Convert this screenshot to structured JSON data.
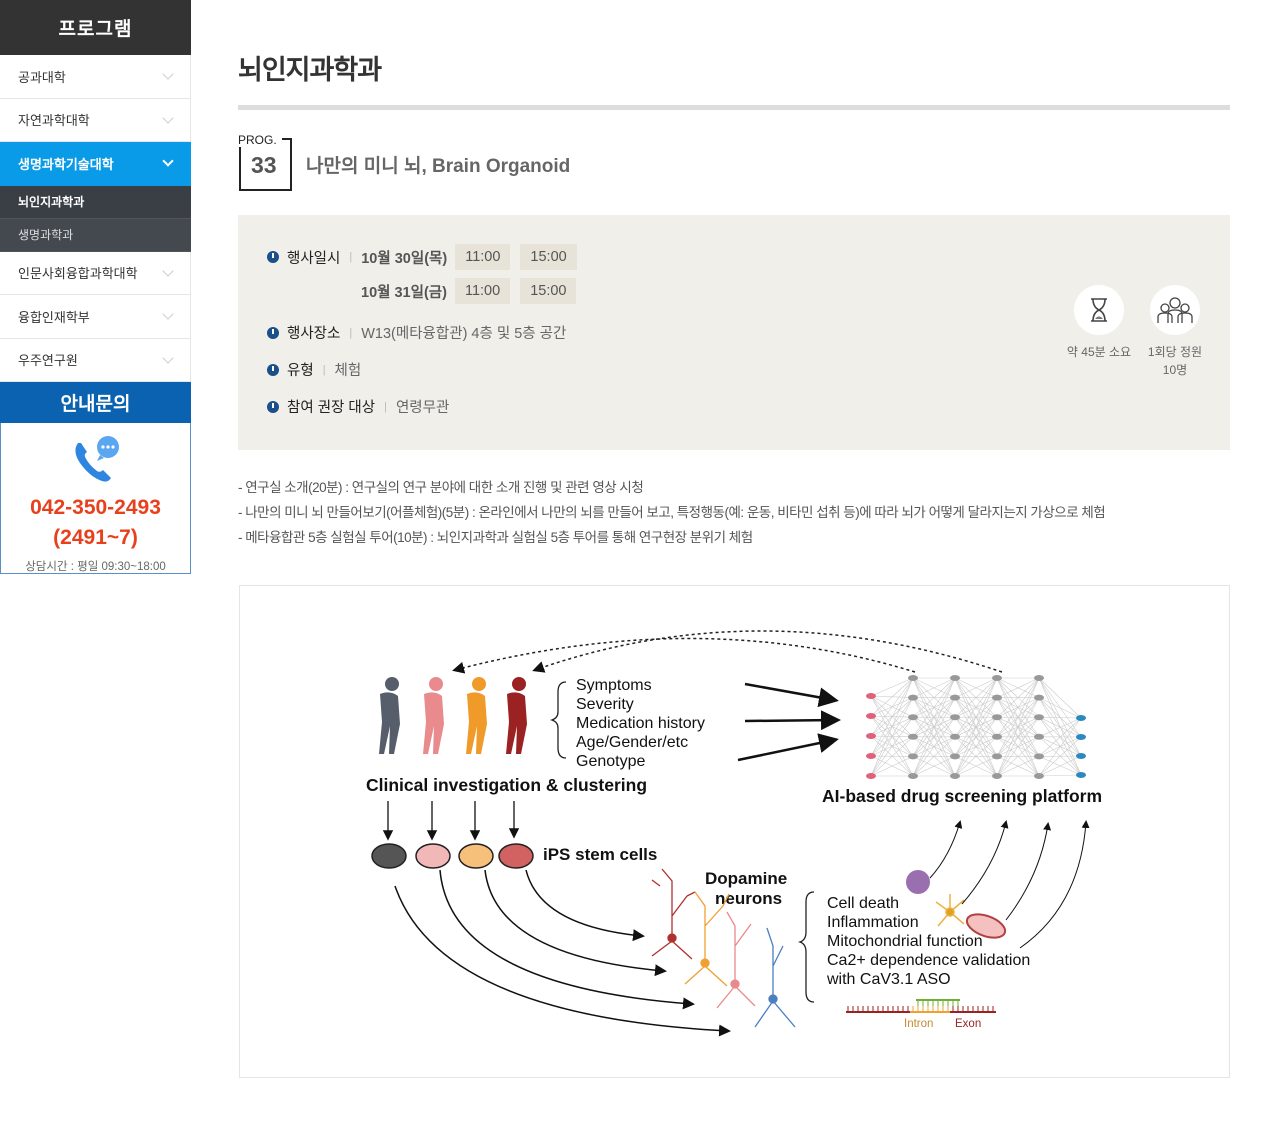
{
  "sidebar": {
    "title": "프로그램",
    "items": [
      {
        "label": "공과대학"
      },
      {
        "label": "자연과학대학"
      },
      {
        "label": "생명과학기술대학"
      },
      {
        "label": "인문사회융합과학대학"
      },
      {
        "label": "융합인재학부"
      },
      {
        "label": "우주연구원"
      }
    ],
    "subitems": [
      {
        "label": "뇌인지과학과"
      },
      {
        "label": "생명과학과"
      }
    ],
    "contact": {
      "title": "안내문의",
      "phone": "042-350-2493",
      "ext": "(2491~7)",
      "hours": "상담시간 : 평일 09:30~18:00"
    }
  },
  "main": {
    "title": "뇌인지과학과",
    "prog_label": "PROG.",
    "prog_number": "33",
    "prog_title": "나만의 미니 뇌, Brain Organoid",
    "info": {
      "date_label": "행사일시",
      "dates": [
        {
          "date": "10월 30일(목)",
          "times": [
            "11:00",
            "15:00"
          ]
        },
        {
          "date": "10월 31일(금)",
          "times": [
            "11:00",
            "15:00"
          ]
        }
      ],
      "place_label": "행사장소",
      "place": "W13(메타융합관) 4층 및 5층 공간",
      "type_label": "유형",
      "type": "체험",
      "target_label": "참여 권장 대상",
      "target": "연령무관",
      "duration": "약 45분 소요",
      "capacity_line1": "1회당 정원",
      "capacity_line2": "10명"
    },
    "description": [
      "- 연구실 소개(20분) : 연구실의 연구 분야에 대한 소개 진행 및 관련 영상 시청",
      "- 나만의 미니 뇌 만들어보기(어플체험)(5분) : 온라인에서 나만의 뇌를 만들어 보고, 특정행동(예: 운동, 비타민 섭취 등)에 따라 뇌가 어떻게 달라지는지 가상으로 체험",
      "- 메타융합관 5층 실험실 투어(10분) : 뇌인지과학과 실험실 5층 투어를 통해 연구현장 분위기 체험"
    ]
  },
  "figure": {
    "factors": [
      "Symptoms",
      "Severity",
      "Medication history",
      "Age/Gender/etc",
      "Genotype"
    ],
    "clinical": "Clinical investigation & clustering",
    "ai": "AI-based drug screening platform",
    "ips": "iPS stem cells",
    "dopamine1": "Dopamine",
    "dopamine2": "neurons",
    "assays": [
      "Cell death",
      "Inflammation",
      "Mitochondrial function",
      "Ca2+ dependence validation",
      "with CaV3.1 ASO"
    ],
    "intron": "Intron",
    "exon": "Exon",
    "colors": {
      "grey": "#555e6a",
      "pink": "#e98a8c",
      "orange": "#f09a2a",
      "red": "#9b2222"
    }
  }
}
